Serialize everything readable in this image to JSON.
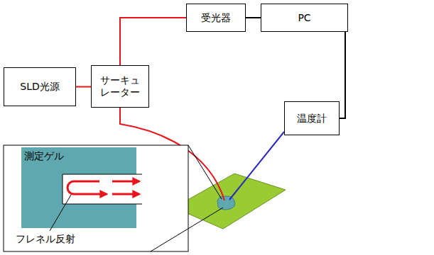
{
  "diagram": {
    "nodes": [
      {
        "text": [
          "SLD光源"
        ]
      },
      {
        "text": [
          "サーキュレーター"
        ]
      },
      {
        "text": [
          "受光器"
        ]
      },
      {
        "text": [
          "PC"
        ]
      },
      {
        "text": [
          "温度計"
        ]
      }
    ],
    "edges": [
      {
        "from": 0,
        "to": 1,
        "arrow": "none"
      },
      {
        "from": 1,
        "to": 2,
        "arrow": "none"
      },
      {
        "from": 2,
        "to": 3,
        "arrow": "none"
      },
      {
        "from": 3,
        "to": 4,
        "arrow": "none"
      }
    ],
    "labels": [
      "測定ゲル",
      "フレネル反射"
    ]
  }
}
